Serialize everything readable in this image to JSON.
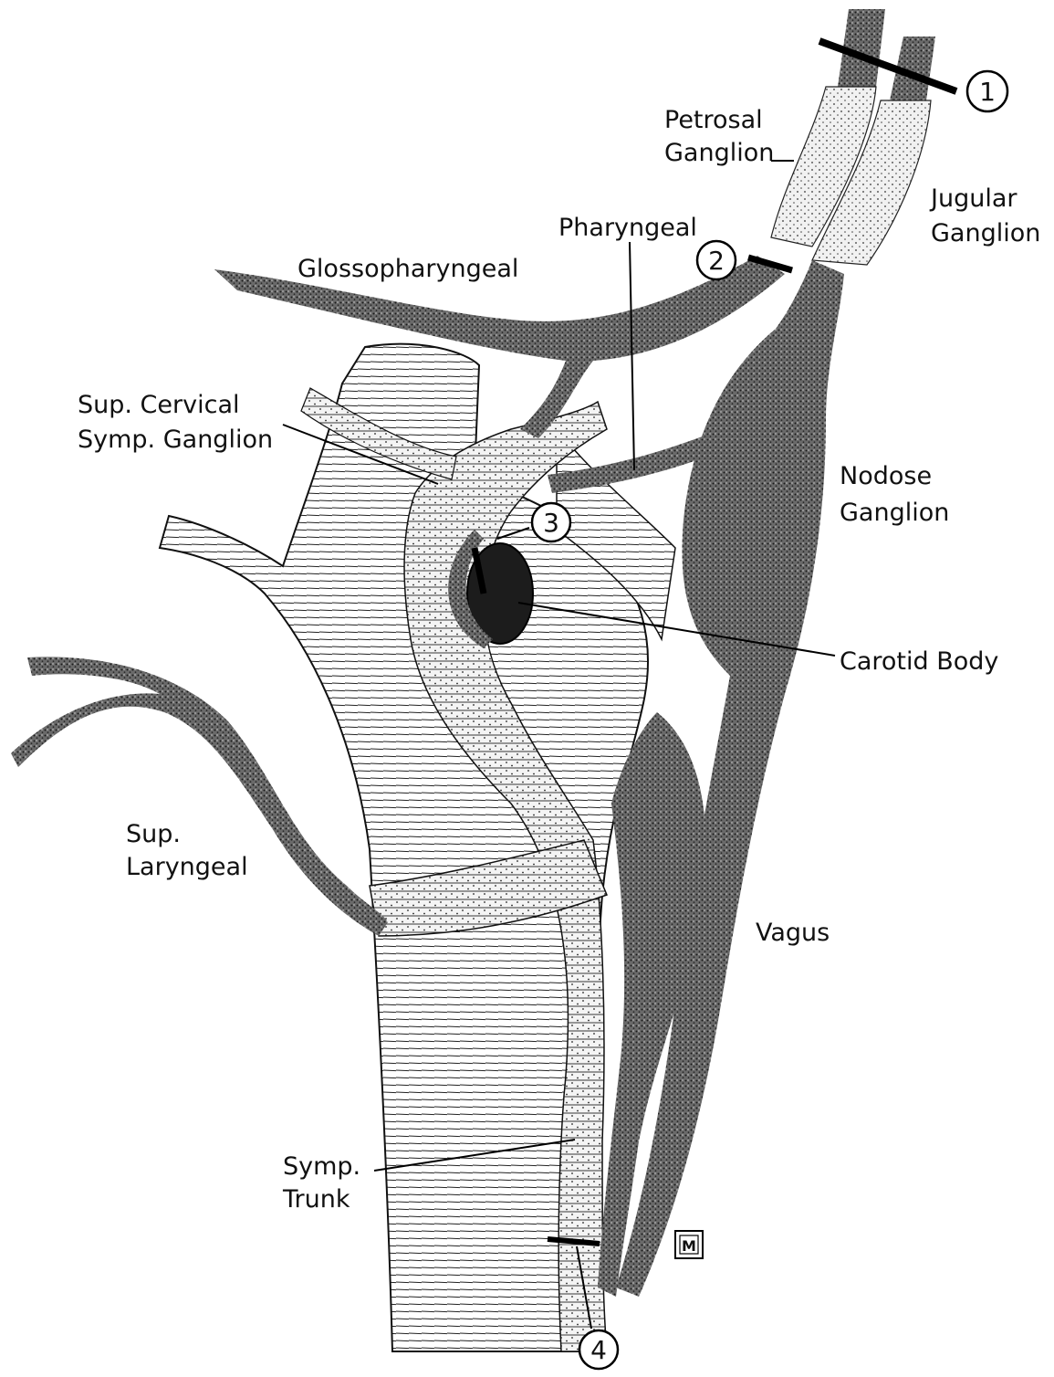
{
  "colors": {
    "ink": "#111111",
    "stipple_nerve": "#5a5a5a",
    "stipple_light": "#d8d8d8",
    "paper": "#ffffff"
  },
  "labels": {
    "petrosal_1": "Petrosal",
    "petrosal_2": "Ganglion",
    "jugular_1": "Jugular",
    "jugular_2": "Ganglion",
    "pharyngeal": "Pharyngeal",
    "glossopharyngeal": "Glossopharyngeal",
    "sup_cervical_1": "Sup. Cervical",
    "sup_cervical_2": "Symp. Ganglion",
    "nodose_1": "Nodose",
    "nodose_2": "Ganglion",
    "carotid_body": "Carotid Body",
    "sup_laryngeal_1": "Sup.",
    "sup_laryngeal_2": "Laryngeal",
    "vagus": "Vagus",
    "symp_trunk_1": "Symp.",
    "symp_trunk_2": "Trunk"
  },
  "markers": {
    "m1": "1",
    "m2": "2",
    "m3": "3",
    "m4": "4"
  },
  "signature": "M"
}
